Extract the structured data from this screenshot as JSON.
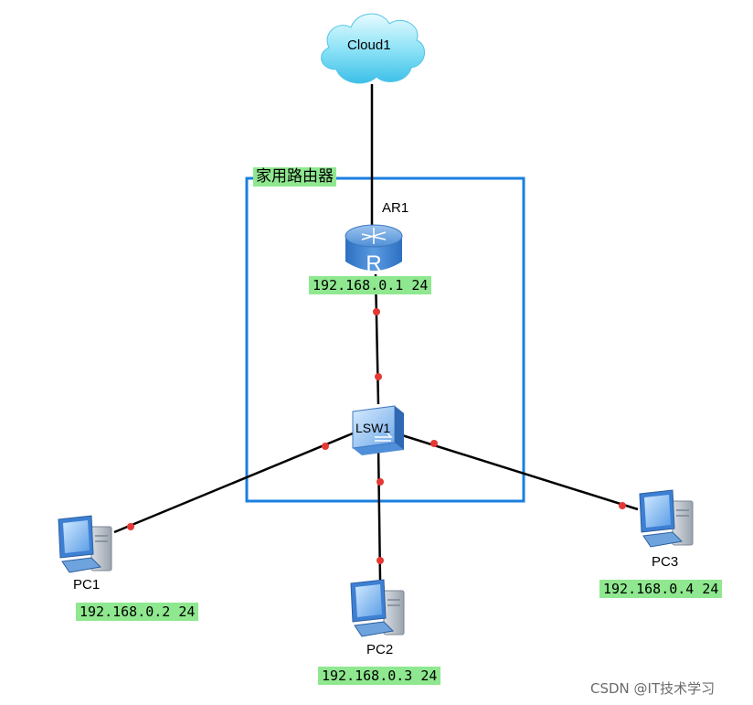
{
  "group": {
    "title": "家用路由器",
    "border_color": "#1a7fe0"
  },
  "devices": {
    "cloud": {
      "name": "Cloud1"
    },
    "router": {
      "name": "AR1",
      "ip": "192.168.0.1 24"
    },
    "switch": {
      "name": "LSW1"
    },
    "pc1": {
      "name": "PC1",
      "ip": "192.168.0.2 24"
    },
    "pc2": {
      "name": "PC2",
      "ip": "192.168.0.3 24"
    },
    "pc3": {
      "name": "PC3",
      "ip": "192.168.0.4 24"
    }
  },
  "colors": {
    "ip_label_bg": "#8fe88f",
    "link": "#000000",
    "port_dot": "#e53935"
  },
  "watermark": "CSDN @IT技术学习"
}
